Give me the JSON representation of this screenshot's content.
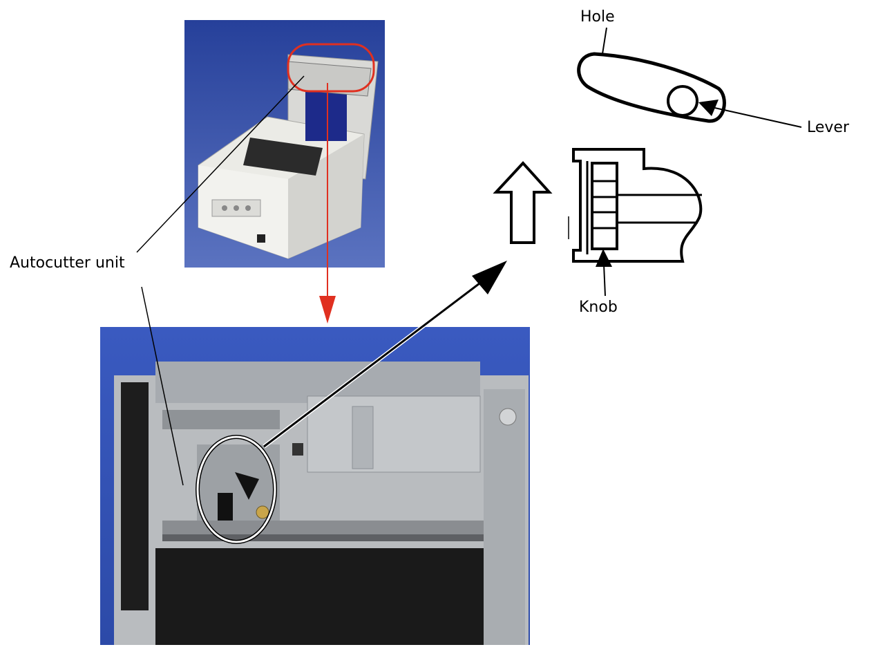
{
  "labels": {
    "autocutter_unit": "Autocutter unit",
    "hole": "Hole",
    "lever": "Lever",
    "knob": "Knob"
  },
  "colors": {
    "photo_background": "#2f4aa6",
    "highlight_red": "#e03020",
    "line": "#000000"
  },
  "icons": {
    "direction": "up-arrow-icon"
  }
}
